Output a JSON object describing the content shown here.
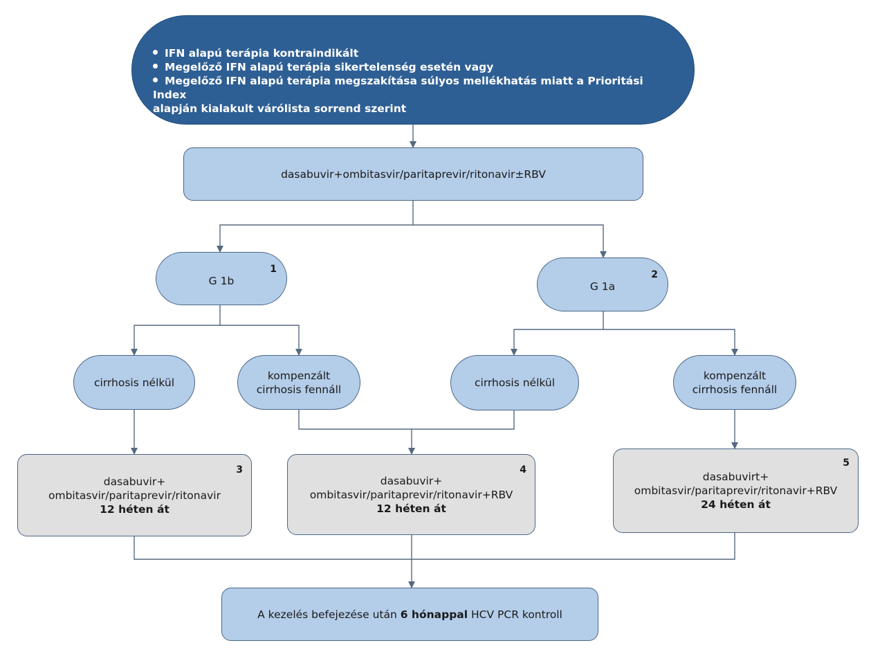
{
  "top": {
    "items": [
      "IFN alapú terápia kontraindikált",
      "Megelőző IFN alapú terápia sikertelenség esetén vagy",
      "Megelőző IFN alapú terápia megszakítása súlyos mellékhatás miatt a Prioritási Index"
    ],
    "continuation": "alapján kialakult várólista sorrend szerint"
  },
  "regimen_main": "dasabuvir+ombitasvir/paritaprevir/ritonavir±RBV",
  "genotypes": [
    {
      "label": "G 1b",
      "number": "1"
    },
    {
      "label": "G 1a",
      "number": "2"
    }
  ],
  "conditions": {
    "no_cirrhosis": "cirrhosis nélkül",
    "compensated_line1": "kompenzált",
    "compensated_line2": "cirrhosis fennáll"
  },
  "treatments": [
    {
      "number": "3",
      "line1": "dasabuvir+",
      "line2": "ombitasvir/paritaprevir/ritonavir",
      "duration": "12 héten át"
    },
    {
      "number": "4",
      "line1": "dasabuvir+",
      "line2": "ombitasvir/paritaprevir/ritonavir+RBV",
      "duration": "12 héten át"
    },
    {
      "number": "5",
      "line1": "dasabuvirt+",
      "line2": "ombitasvir/paritaprevir/ritonavir+RBV",
      "duration": "24 héten át"
    }
  ],
  "final": {
    "prefix": "A kezelés befejezése után",
    "emphasis": "6 hónappal",
    "suffix": "HCV PCR kontroll"
  },
  "colors": {
    "dark_blue": "#2e5f94",
    "light_blue": "#b4cde9",
    "grey": "#e0e0e0",
    "connector": "#55697f"
  }
}
